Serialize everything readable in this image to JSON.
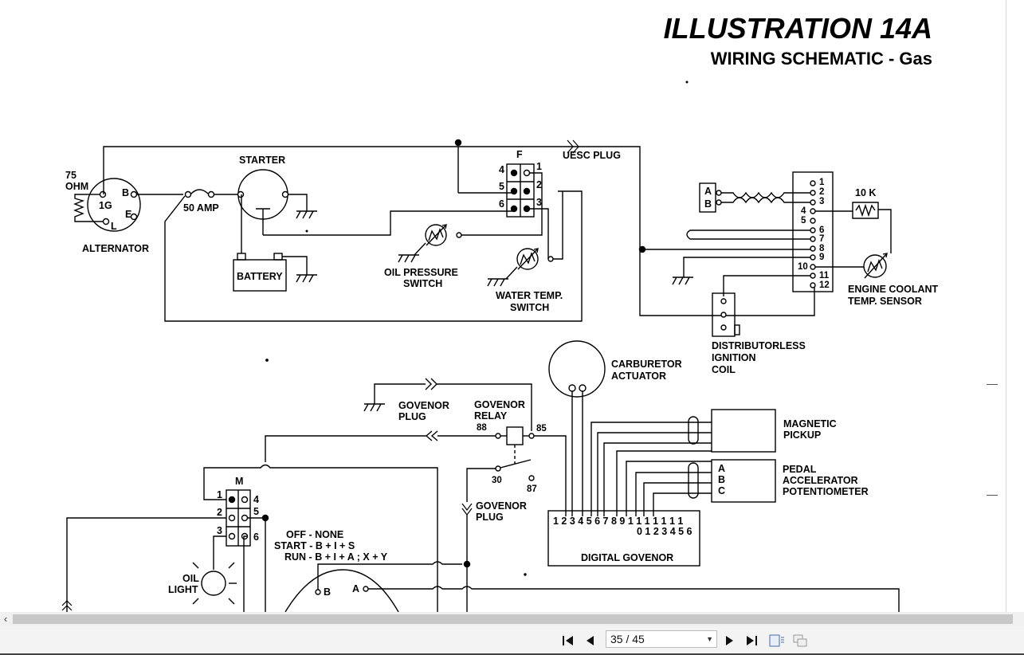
{
  "document": {
    "title": "ILLUSTRATION 14A",
    "subtitle": "WIRING SCHEMATIC - Gas"
  },
  "labels": {
    "ohm75_a": "75",
    "ohm75_b": "OHM",
    "alt_1g": "1G",
    "alt_b": "B",
    "alt_e": "E",
    "alt_l": "L",
    "alternator": "ALTERNATOR",
    "amp50": "50 AMP",
    "starter": "STARTER",
    "battery": "BATTERY",
    "f": "F",
    "f_pins": [
      "1",
      "2",
      "3",
      "4",
      "5",
      "6"
    ],
    "uesc_plug": "UESC PLUG",
    "oil_pressure_a": "OIL PRESSURE",
    "oil_pressure_b": "SWITCH",
    "water_temp_a": "WATER TEMP.",
    "water_temp_b": "SWITCH",
    "ab_a": "A",
    "ab_b": "B",
    "conn_pins": [
      "1",
      "2",
      "3",
      "4",
      "5",
      "6",
      "7",
      "8",
      "9",
      "10",
      "11",
      "12"
    ],
    "k10": "10 K",
    "coolant_a": "ENGINE COOLANT",
    "coolant_b": "TEMP. SENSOR",
    "dis_a": "DISTRIBUTORLESS",
    "dis_b": "IGNITION",
    "dis_c": "COIL",
    "carb_a": "CARBURETOR",
    "carb_b": "ACTUATOR",
    "gplug1_a": "GOVENOR",
    "gplug1_b": "PLUG",
    "grelay_a": "GOVENOR",
    "grelay_b": "RELAY",
    "r88": "88",
    "r85": "85",
    "r30": "30",
    "r87": "87",
    "gplug2_a": "GOVENOR",
    "gplug2_b": "PLUG",
    "mag_a": "MAGNETIC",
    "mag_b": "PICKUP",
    "pedal_a": "PEDAL",
    "pedal_b": "ACCELERATOR",
    "pedal_c": "POTENTIOMETER",
    "pedal_pins": [
      "A",
      "B",
      "C"
    ],
    "m": "M",
    "m_pins": [
      "1",
      "2",
      "3",
      "4",
      "5",
      "6"
    ],
    "dg_top": "1 2 3 4 5 6 7 8 9  1 1 1 1 1 1 1",
    "dg_bot": "0 1 2 3 4 5 6",
    "digital_governor": "DIGITAL GOVENOR",
    "sw_off": "OFF  -  NONE",
    "sw_start": "START  -  B + I + S",
    "sw_run": "RUN  -  B + I + A ; X + Y",
    "oil_light_a": "OIL",
    "oil_light_b": "LIGHT",
    "key_b": "B",
    "key_a": "A"
  },
  "viewer": {
    "page_indicator": "35 / 45",
    "toolbar_icons": [
      "first-page-icon",
      "previous-page-icon",
      "next-page-icon",
      "last-page-icon",
      "single-page-view-icon",
      "continuous-view-icon"
    ]
  }
}
